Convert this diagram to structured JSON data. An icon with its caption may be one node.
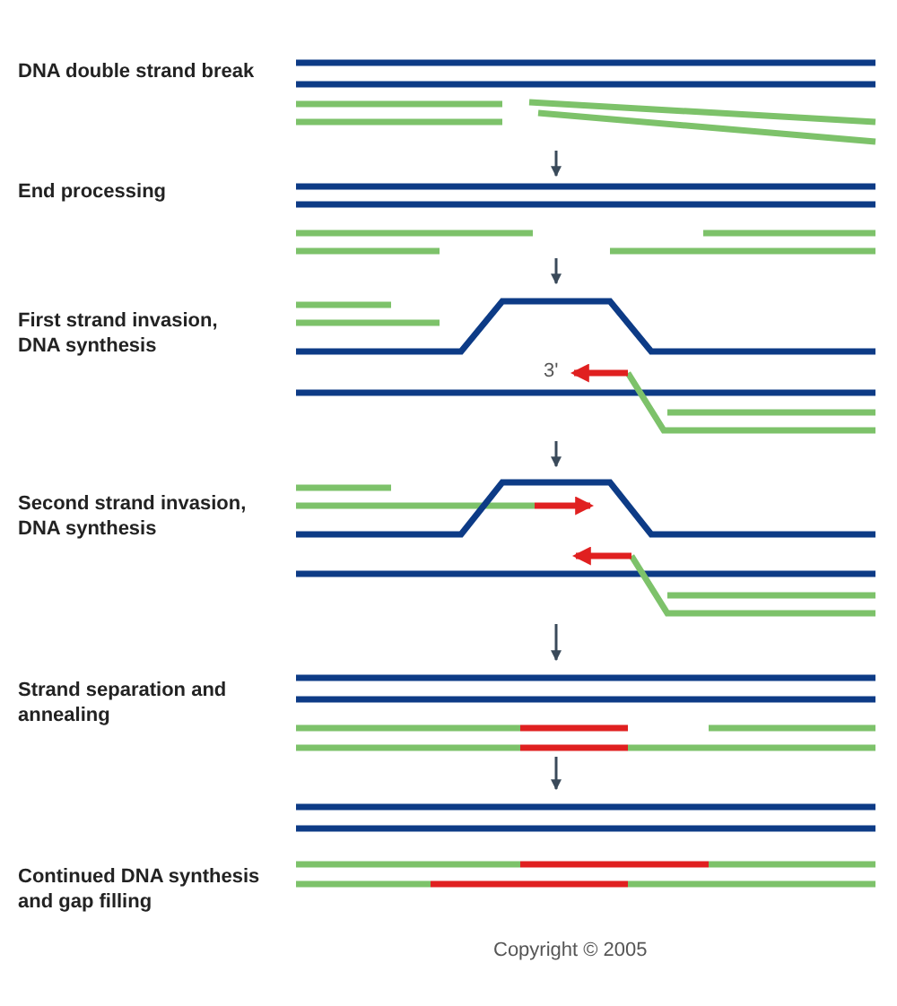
{
  "diagram": {
    "nodes": [
      {
        "text": [],
        "shape": "picture"
      },
      {
        "text": [],
        "shape": "picture"
      },
      {
        "text": [],
        "shape": "picture"
      },
      {
        "text": [],
        "shape": "picture"
      },
      {
        "text": [],
        "shape": "picture"
      },
      {
        "text": [],
        "shape": "picture"
      }
    ],
    "edges": [
      {
        "from": 0,
        "to": 1,
        "arrow": "to"
      },
      {
        "from": 1,
        "to": 2,
        "arrow": "to"
      },
      {
        "from": 2,
        "to": 3,
        "arrow": "to"
      },
      {
        "from": 3,
        "to": 4,
        "arrow": "to"
      },
      {
        "from": 4,
        "to": 5,
        "arrow": "to"
      }
    ],
    "labels": [
      "DNA double strand break",
      "End processing",
      "First strand invasion, DNA synthesis",
      "3'",
      "Second strand invasion, DNA synthesis",
      "Strand separation and annealing",
      "Continued DNA synthesis and gap filling",
      "Copyright © 2005"
    ]
  }
}
